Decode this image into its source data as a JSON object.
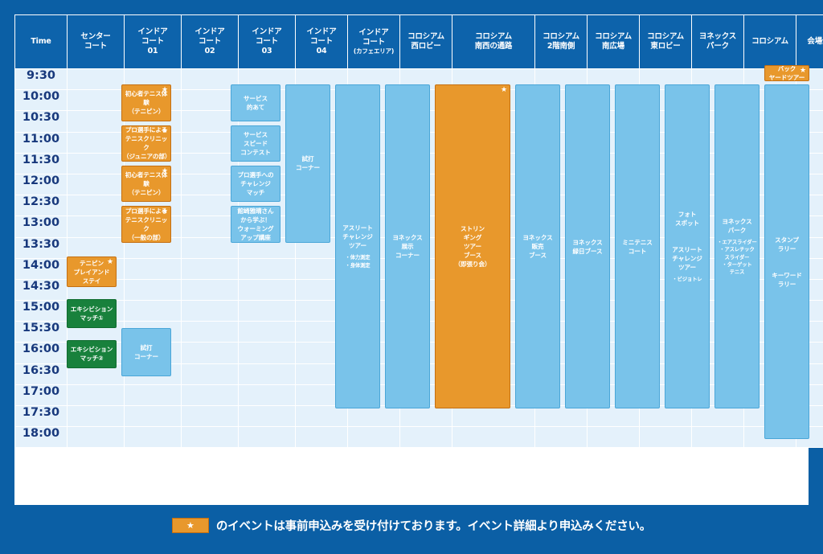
{
  "columns": [
    {
      "id": "time",
      "label": "Time",
      "sub": ""
    },
    {
      "id": "center-court",
      "label": "センター\nコート",
      "sub": ""
    },
    {
      "id": "indoor-court-01",
      "label": "インドア\nコート\n01",
      "sub": ""
    },
    {
      "id": "indoor-court-02",
      "label": "インドア\nコート\n02",
      "sub": ""
    },
    {
      "id": "indoor-court-03",
      "label": "インドア\nコート\n03",
      "sub": ""
    },
    {
      "id": "indoor-court-04",
      "label": "インドア\nコート\n04",
      "sub": ""
    },
    {
      "id": "indoor-court-cafe",
      "label": "インドア\nコート",
      "sub": "(カフェエリア)"
    },
    {
      "id": "coliseum-west-lobby",
      "label": "コロシアム\n西ロビー",
      "sub": ""
    },
    {
      "id": "coliseum-southwest-passage",
      "label": "コロシアム\n南西の通路",
      "sub": ""
    },
    {
      "id": "coliseum-2f-south",
      "label": "コロシアム\n2階南側",
      "sub": ""
    },
    {
      "id": "coliseum-south-plaza",
      "label": "コロシアム\n南広場",
      "sub": ""
    },
    {
      "id": "coliseum-east-lobby",
      "label": "コロシアム\n東ロビー",
      "sub": ""
    },
    {
      "id": "yonex-park",
      "label": "ヨネックス\nパーク",
      "sub": ""
    },
    {
      "id": "coliseum",
      "label": "コロシアム",
      "sub": ""
    },
    {
      "id": "venue-whole",
      "label": "会場全体",
      "sub": ""
    }
  ],
  "times": [
    "9:30",
    "10:00",
    "10:30",
    "11:00",
    "11:30",
    "12:00",
    "12:30",
    "13:00",
    "13:30",
    "14:00",
    "14:30",
    "15:00",
    "15:30",
    "16:00",
    "16:30",
    "17:00",
    "17:30",
    "18:00"
  ],
  "events": [
    {
      "id": "tenipin-play-and-stay",
      "column": "center-court",
      "color": "orange",
      "star": true,
      "lines": [
        "テニピン",
        "プレイアンド",
        "ステイ"
      ],
      "start": 9.5,
      "end": 11.0
    },
    {
      "id": "exhibition-match-1",
      "column": "center-court",
      "color": "green",
      "star": false,
      "lines": [
        "エキシビション",
        "マッチ①"
      ],
      "start": 11.6,
      "end": 13.0
    },
    {
      "id": "exhibition-match-2",
      "column": "center-court",
      "color": "green",
      "star": false,
      "lines": [
        "エキシビション",
        "マッチ②"
      ],
      "start": 13.6,
      "end": 15.0
    },
    {
      "id": "beginner-tennis-experience-1",
      "column": "indoor-court-01",
      "color": "orange",
      "star": true,
      "lines": [
        "初心者テニス体験",
        "（テニピン）"
      ],
      "start": 1.0,
      "end": 2.8
    },
    {
      "id": "pro-tennis-clinic-junior",
      "column": "indoor-court-01",
      "color": "orange",
      "star": true,
      "lines": [
        "プロ選手による",
        "テニスクリニック",
        "（ジュニアの部）"
      ],
      "start": 3.0,
      "end": 4.8
    },
    {
      "id": "beginner-tennis-experience-2",
      "column": "indoor-court-01",
      "color": "orange",
      "star": true,
      "lines": [
        "初心者テニス体験",
        "（テニピン）"
      ],
      "start": 5.0,
      "end": 6.8
    },
    {
      "id": "pro-tennis-clinic-general",
      "column": "indoor-court-01",
      "color": "orange",
      "star": true,
      "lines": [
        "プロ選手による",
        "テニスクリニック",
        "（一般の部）"
      ],
      "start": 7.0,
      "end": 8.8
    },
    {
      "id": "trial-hitting-corner-lower",
      "column": "indoor-court-01",
      "color": "blue",
      "star": false,
      "lines": [
        "試打",
        "コーナー"
      ],
      "start": 13.0,
      "end": 15.4,
      "span": 3
    },
    {
      "id": "service-target",
      "column": "indoor-court-03",
      "color": "blue",
      "star": false,
      "lines": [
        "サービス",
        "的あて"
      ],
      "start": 1.0,
      "end": 2.8
    },
    {
      "id": "service-speed-contest",
      "column": "indoor-court-03",
      "color": "blue",
      "star": false,
      "lines": [
        "サービス",
        "スピード",
        "コンテスト"
      ],
      "start": 3.0,
      "end": 4.8
    },
    {
      "id": "challenge-match-vs-pro",
      "column": "indoor-court-03",
      "color": "blue",
      "star": false,
      "lines": [
        "プロ選手への",
        "チャレンジ",
        "マッチ"
      ],
      "start": 5.0,
      "end": 6.8
    },
    {
      "id": "warming-up-lecture",
      "column": "indoor-court-03",
      "color": "blue",
      "star": false,
      "lines": [
        "館崎雅晴さん",
        "から学ぶ！",
        "ウォーミング",
        "アップ講座"
      ],
      "start": 7.0,
      "end": 8.8
    },
    {
      "id": "trial-hitting-corner-upper",
      "column": "indoor-court-04",
      "color": "blue",
      "star": false,
      "lines": [
        "試打",
        "コーナー"
      ],
      "start": 1.0,
      "end": 8.8
    },
    {
      "id": "athlete-challenge-tour",
      "column": "indoor-court-cafe",
      "color": "blue",
      "star": false,
      "lines": [
        "アスリート",
        "チャレンジ",
        "ツアー"
      ],
      "sublist": [
        "・体力測定",
        "・身体測定"
      ],
      "start": 1.0,
      "end": 17.0
    },
    {
      "id": "yonex-exhibition-corner",
      "column": "coliseum-west-lobby",
      "color": "blue",
      "star": false,
      "lines": [
        "ヨネックス",
        "展示",
        "コーナー"
      ],
      "start": 1.0,
      "end": 17.0
    },
    {
      "id": "stringing-tour-booth",
      "column": "coliseum-southwest-passage",
      "color": "orange",
      "star": true,
      "lines": [
        "ストリン",
        "ギング",
        "ツアー",
        "ブース",
        "（即張り会）"
      ],
      "start": 1.0,
      "end": 17.0
    },
    {
      "id": "yonex-sales-booth",
      "column": "coliseum-2f-south",
      "color": "blue",
      "star": false,
      "lines": [
        "ヨネックス",
        "販売",
        "ブース"
      ],
      "start": 1.0,
      "end": 17.0
    },
    {
      "id": "yonex-stringing-booth",
      "column": "coliseum-south-plaza",
      "color": "blue",
      "star": false,
      "lines": [
        "ヨネックス",
        "緑日ブース"
      ],
      "start": 1.0,
      "end": 17.0
    },
    {
      "id": "mini-tennis-court",
      "column": "coliseum-east-lobby",
      "color": "blue",
      "star": false,
      "lines": [
        "ミニテニス",
        "コート"
      ],
      "start": 1.0,
      "end": 17.0
    },
    {
      "id": "photo-spot",
      "column": "yonex-park",
      "color": "blue",
      "star": false,
      "lines": [
        "フォト",
        "スポット",
        "",
        "アスリート",
        "チャレンジ",
        "ツアー"
      ],
      "sublist": [
        "・ビジョトレ"
      ],
      "start": 1.0,
      "end": 17.0
    },
    {
      "id": "yonex-park-attractions",
      "column": "coliseum",
      "color": "blue",
      "star": false,
      "lines": [
        "ヨネックス",
        "パーク"
      ],
      "sublist": [
        "・エアスライダー",
        "・アスレチック",
        "スライダー",
        "・ターゲット",
        "テニス"
      ],
      "start": 1.0,
      "end": 17.0
    },
    {
      "id": "back-yard-tour",
      "column": "venue-whole",
      "color": "orange",
      "star": true,
      "lines": [
        "バック",
        "ヤードツアー"
      ],
      "start": 0.05,
      "end": 0.85
    },
    {
      "id": "stamp-rally",
      "column": "venue-whole",
      "color": "blue",
      "star": false,
      "lines": [
        "スタンプ",
        "ラリー",
        "",
        "キーワード",
        "ラリー"
      ],
      "start": 1.0,
      "end": 18.5
    }
  ],
  "footer": {
    "legend_star": "★",
    "text": "のイベントは事前申込みを受け付けております。イベント詳細より申込みください。"
  },
  "colors": {
    "page_background": "#0b5fa5",
    "header_background": "#0d63ab",
    "cell_background": "#e4f1fb",
    "block_blue": "#79c3ea",
    "block_orange": "#e8982c",
    "block_green": "#18813c",
    "time_text": "#17387c"
  }
}
